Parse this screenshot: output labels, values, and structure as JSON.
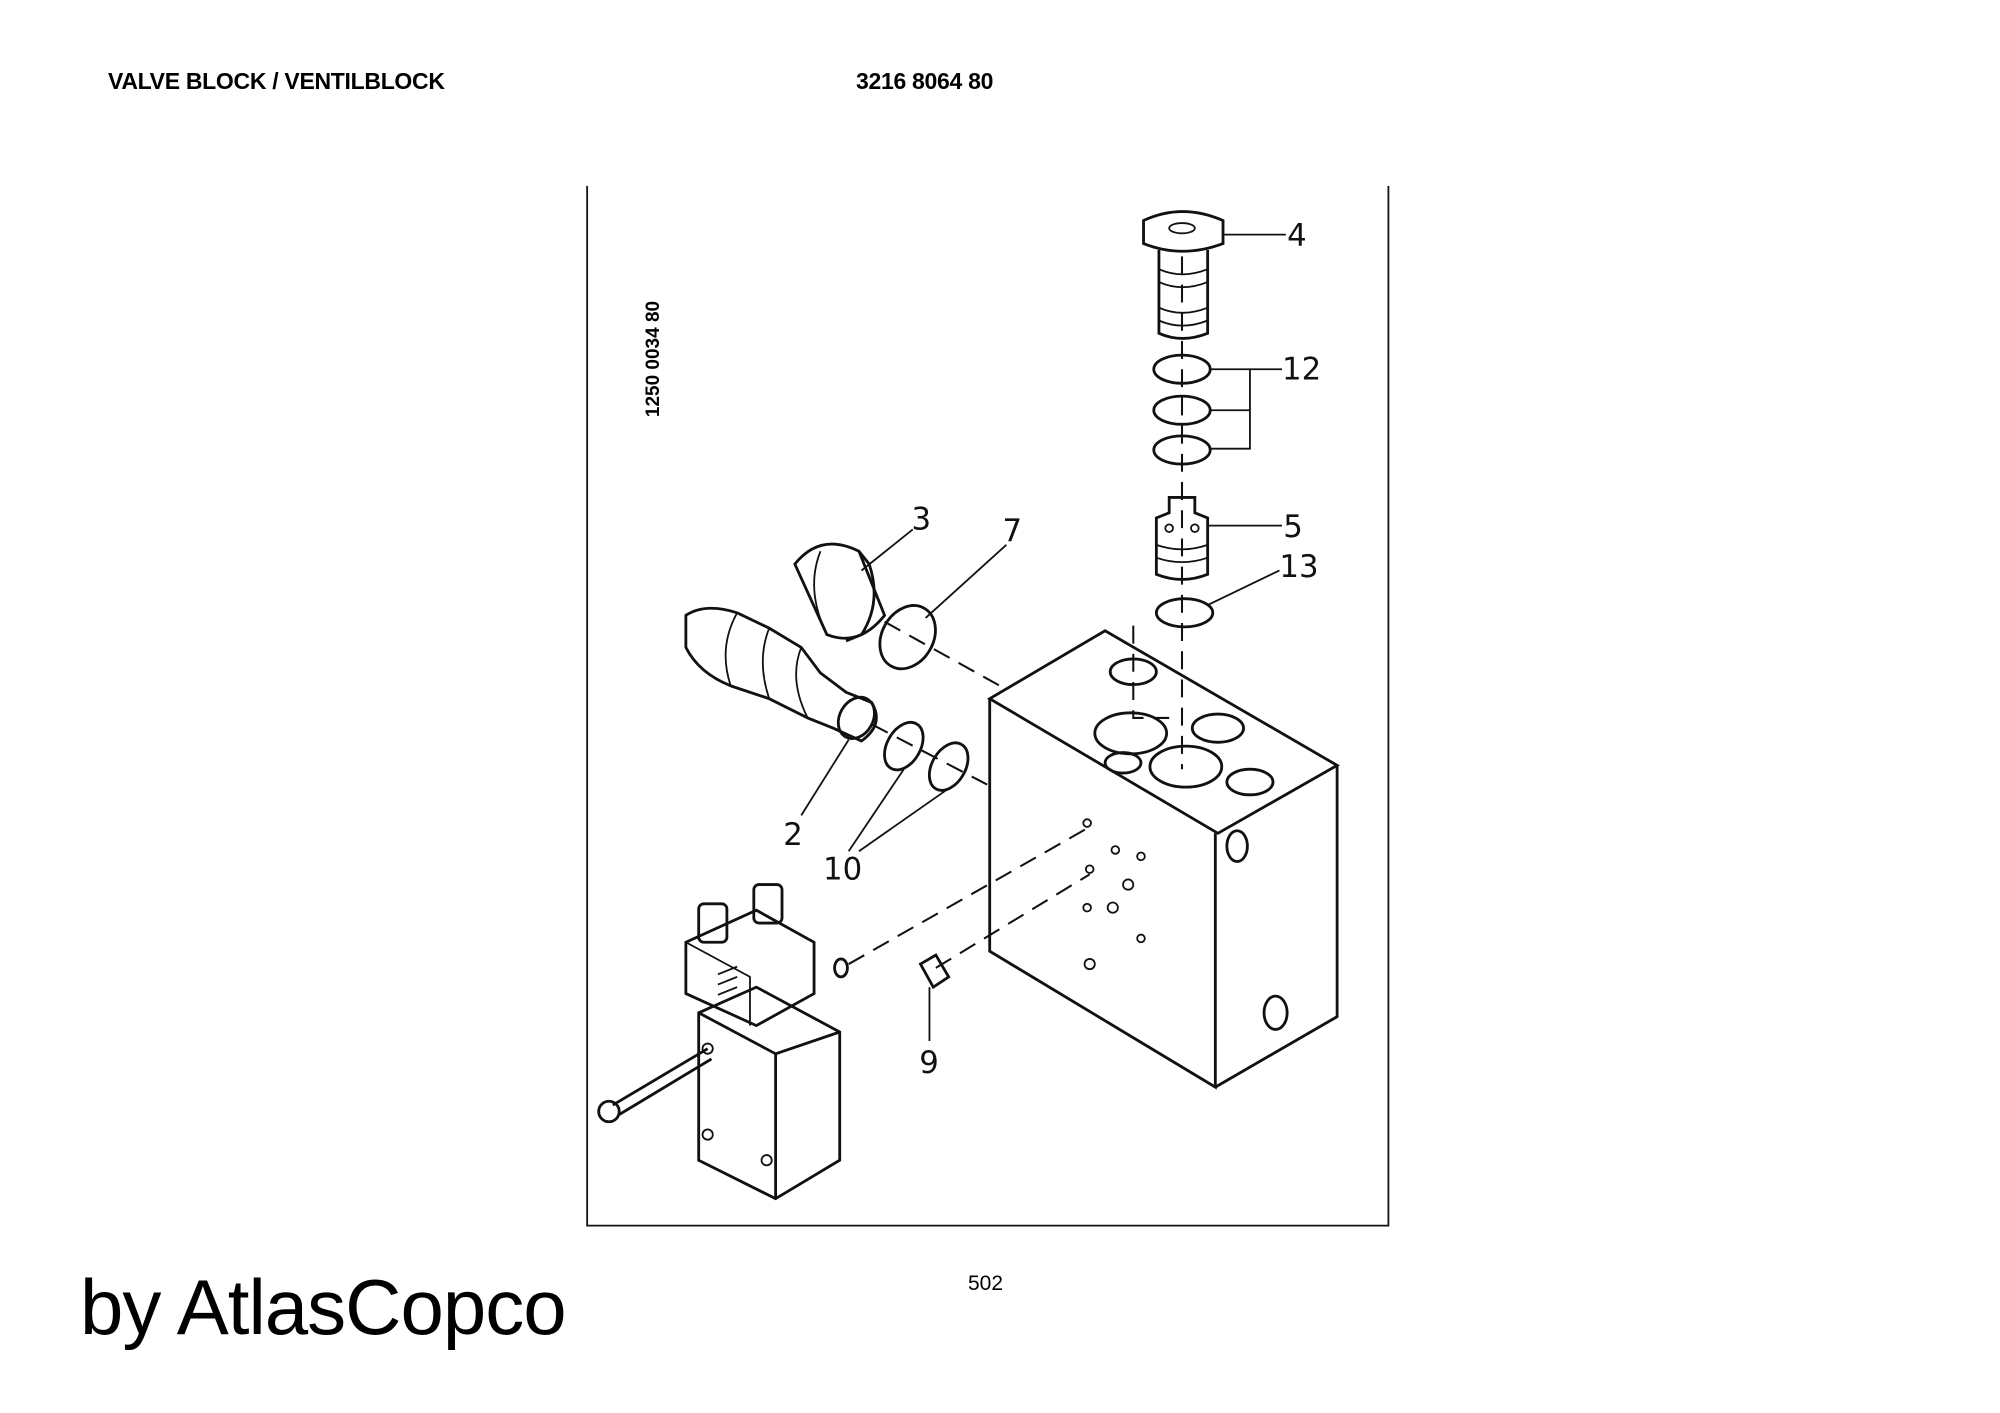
{
  "header": {
    "title": "VALVE BLOCK / VENTILBLOCK",
    "part_number": "3216 8064 80"
  },
  "drawing": {
    "reference_number": "1250 0034 80",
    "callouts": {
      "c2": "2",
      "c3": "3",
      "c4": "4",
      "c5": "5",
      "c7": "7",
      "c9": "9",
      "c10": "10",
      "c12": "12",
      "c13": "13"
    }
  },
  "footer": {
    "page_number": "502",
    "brand": "by AtlasCopco"
  }
}
